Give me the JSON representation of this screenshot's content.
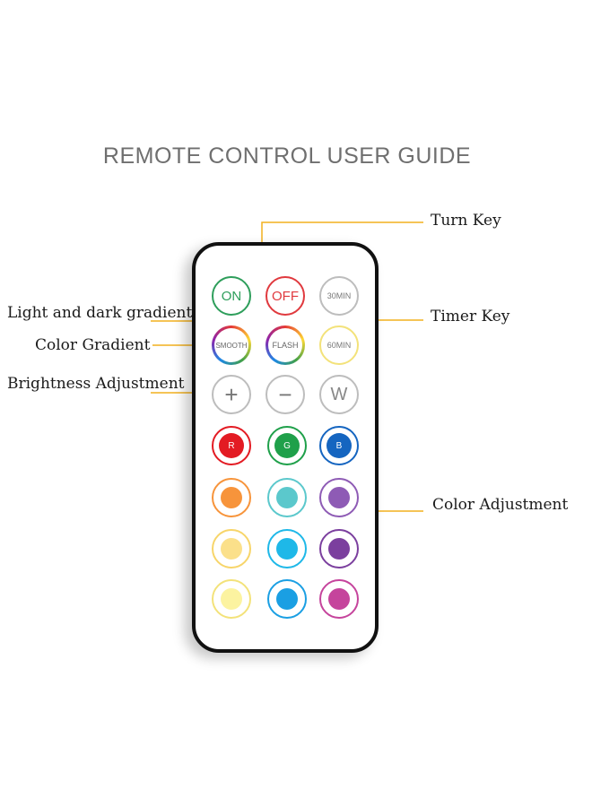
{
  "title": "REMOTE CONTROL USER GUIDE",
  "callouts": {
    "turn_key": "Turn Key",
    "timer_key": "Timer Key",
    "light_dark_gradient": "Light and dark gradient",
    "color_gradient": "Color Gradient",
    "brightness_adjustment": "Brightness Adjustment",
    "color_adjustment": "Color Adjustment"
  },
  "buttons": {
    "on": "ON",
    "off": "OFF",
    "timer_30": "30MIN",
    "timer_60": "60MIN",
    "smooth": "SMOOTH",
    "flash": "FLASH",
    "plus": "+",
    "minus": "−",
    "white": "W",
    "red": "R",
    "green": "G",
    "blue": "B"
  },
  "colors": {
    "callout_line": "#f2b01e",
    "on": "#2e9e5b",
    "off": "#e0393e",
    "red": "#e31b23",
    "green": "#1fa04a",
    "blue": "#1565c0",
    "row4": [
      "#f7943b",
      "#5bc8cc",
      "#8e5bb5"
    ],
    "row5": [
      "#fbe08a",
      "#1eb8e8",
      "#7b3f9e"
    ],
    "row6": [
      "#fcf3a0",
      "#1a9fe3",
      "#c5449c"
    ]
  }
}
